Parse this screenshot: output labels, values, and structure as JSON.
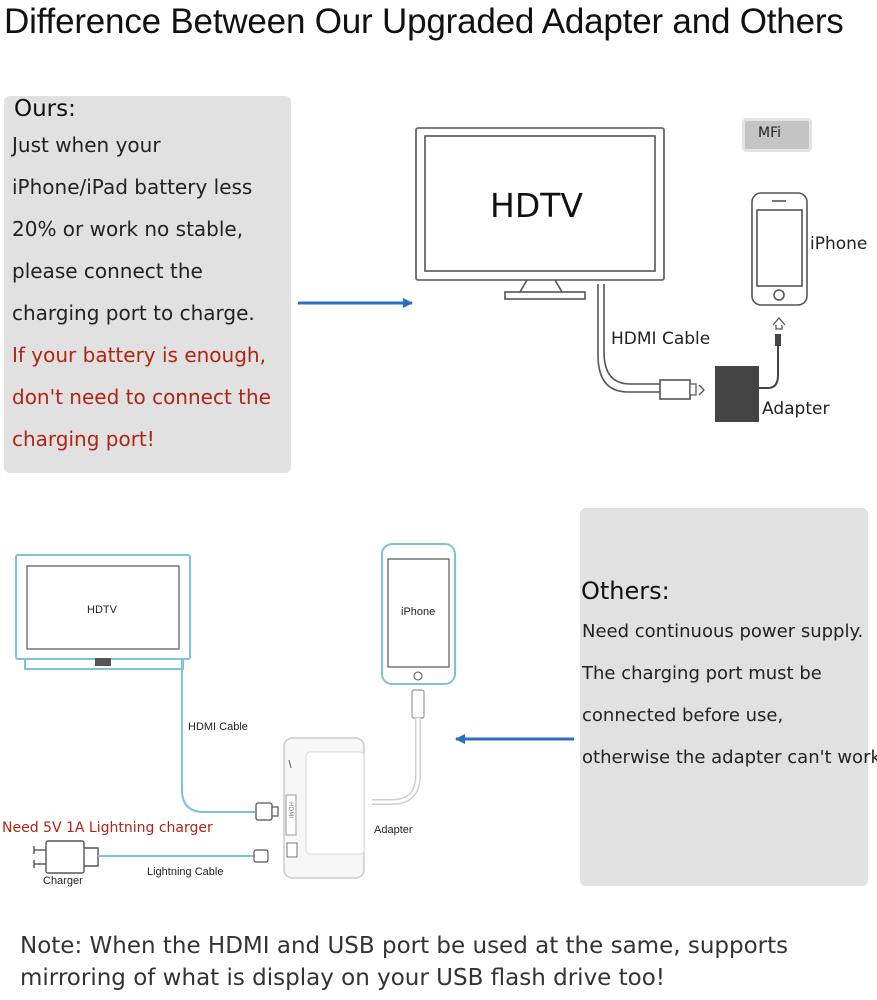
{
  "title": "Difference Between Our Upgraded Adapter and Others",
  "ours": {
    "heading": "Ours:",
    "lines": [
      "Just when your",
      "iPhone/iPad battery less",
      "20% or work no stable,",
      "please connect the",
      "charging port to charge."
    ],
    "red_lines": [
      "If your battery is enough,",
      "don't need to connect the",
      "charging port!"
    ]
  },
  "ours_diagram": {
    "tv_label": "HDTV",
    "iphone_label": "iPhone",
    "cable_label": "HDMI Cable",
    "adapter_label": "Adapter",
    "mfi_badge": "MFi"
  },
  "others": {
    "heading": "Others:",
    "line": "Need continuous power supply.",
    "red_lines": [
      "The charging port must be",
      "connected before use,",
      "otherwise the adapter can't work!"
    ]
  },
  "others_diagram": {
    "tv_label": "HDTV",
    "iphone_label": "iPhone",
    "cable_label": "HDMI Cable",
    "adapter_label": "Adapter",
    "charger_note": "Need 5V 1A Lightning charger",
    "charger_label": "Charger",
    "lightning_cable_label": "Lightning Cable",
    "port_label": "HDMI"
  },
  "note": {
    "line1": "Note: When the HDMI and USB port be used at the same, supports",
    "line2": "mirroring of what is display on your USB flash drive too!"
  },
  "colors": {
    "arrow_blue": "#2b6fc4",
    "red_text": "#b02414",
    "box_gray": "#e1e1e1"
  }
}
